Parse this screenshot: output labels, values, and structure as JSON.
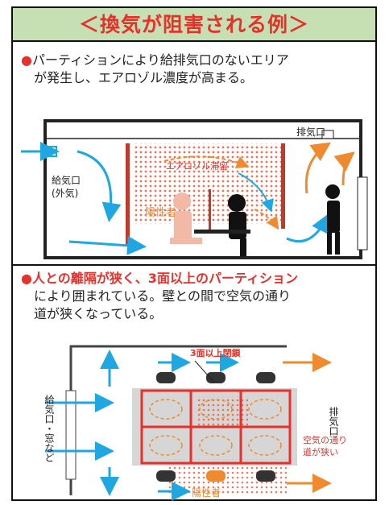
{
  "header": {
    "title": "＜換気が阻害される例＞"
  },
  "section1": {
    "bullet": "●",
    "line1": "パーティションにより給排気口のないエリア",
    "line2": "が発生し、エアロゾル濃度が高まる。",
    "labels": {
      "exhaust": "排気口",
      "supply": "給気口",
      "outside_air": "(外気)",
      "aerosol": "エアロゾル滞留",
      "infected": "陽性者"
    }
  },
  "section2": {
    "bullet": "●",
    "line1_red": "人との離隔が狭く、3面以上のパーティション",
    "line2": "により囲まれている。壁との間で空気の通り",
    "line3": "道が狭くなっている。",
    "labels": {
      "closed3": "3面以上閉鎖",
      "supply_window": "給気口・窓など",
      "exhaust": "排気口",
      "narrow_path_1": "空気の通り",
      "narrow_path_2": "道が狭い",
      "infected": "陽性者"
    }
  },
  "colors": {
    "accent_red": "#e8302a",
    "header_green": "#c6e0b4",
    "arrow_blue": "#1ea7e0",
    "arrow_orange": "#ef8a2f",
    "partition": "#c0392b"
  }
}
